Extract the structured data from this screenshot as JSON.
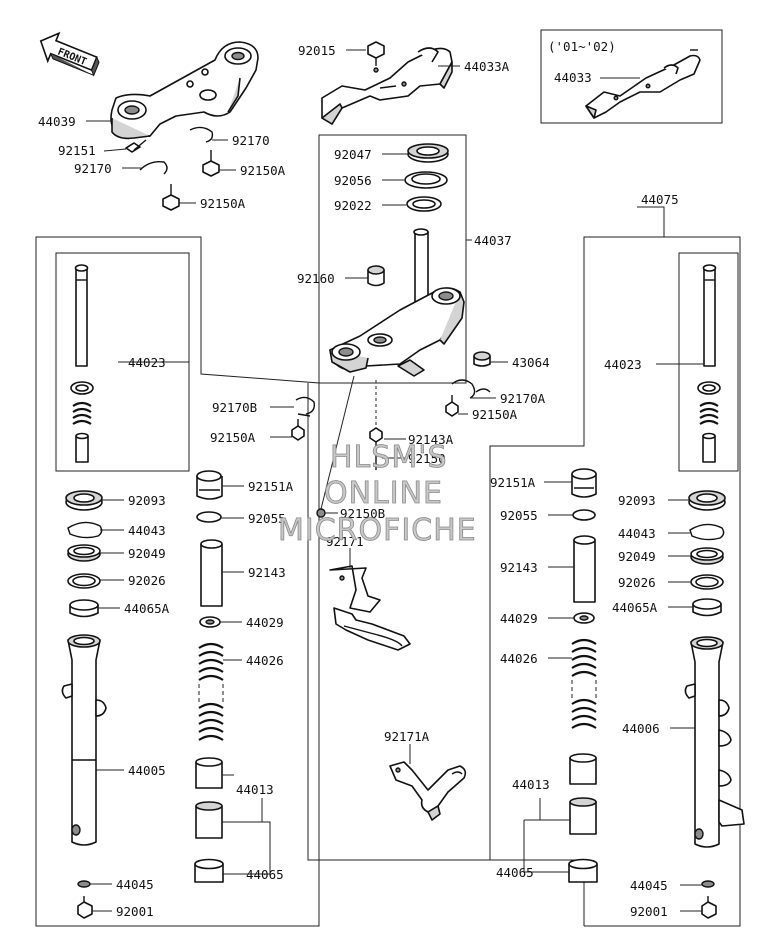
{
  "diagram": {
    "front_label": "FRONT",
    "year_box_label": "('01~'02)",
    "watermark": [
      "HLSM'S",
      "ONLINE",
      "MICROFICHE"
    ],
    "part_labels": {
      "p92015": "92015",
      "p44033A": "44033A",
      "p44033": "44033",
      "p44039": "44039",
      "p92151": "92151",
      "p92170": "92170",
      "p92170_2": "92170",
      "p92150A_1": "92150A",
      "p92150A_2": "92150A",
      "p92047": "92047",
      "p92056": "92056",
      "p92022": "92022",
      "p44037": "44037",
      "p44075": "44075",
      "p92160": "92160",
      "p43064": "43064",
      "p92170B": "92170B",
      "p92170A": "92170A",
      "p92150A_3": "92150A",
      "p92150A_4": "92150A",
      "p92143A": "92143A",
      "p92150": "92150",
      "p92150B": "92150B",
      "p92171": "92171",
      "p92171A": "92171A",
      "l44023": "44023",
      "l92093": "92093",
      "l44043": "44043",
      "l92049": "92049",
      "l92026": "92026",
      "l44065A": "44065A",
      "l44005": "44005",
      "l44045": "44045",
      "l92001": "92001",
      "l92151A": "92151A",
      "l92055": "92055",
      "l92143": "92143",
      "l44029": "44029",
      "l44026": "44026",
      "l44013": "44013",
      "l44065": "44065",
      "r44023": "44023",
      "r92093": "92093",
      "r44043": "44043",
      "r92049": "92049",
      "r92026": "92026",
      "r44065A": "44065A",
      "r44006": "44006",
      "r44045": "44045",
      "r92001": "92001",
      "r92151A": "92151A",
      "r92055": "92055",
      "r92143": "92143",
      "r44029": "44029",
      "r44026": "44026",
      "r44013": "44013",
      "r44065": "44065"
    }
  }
}
